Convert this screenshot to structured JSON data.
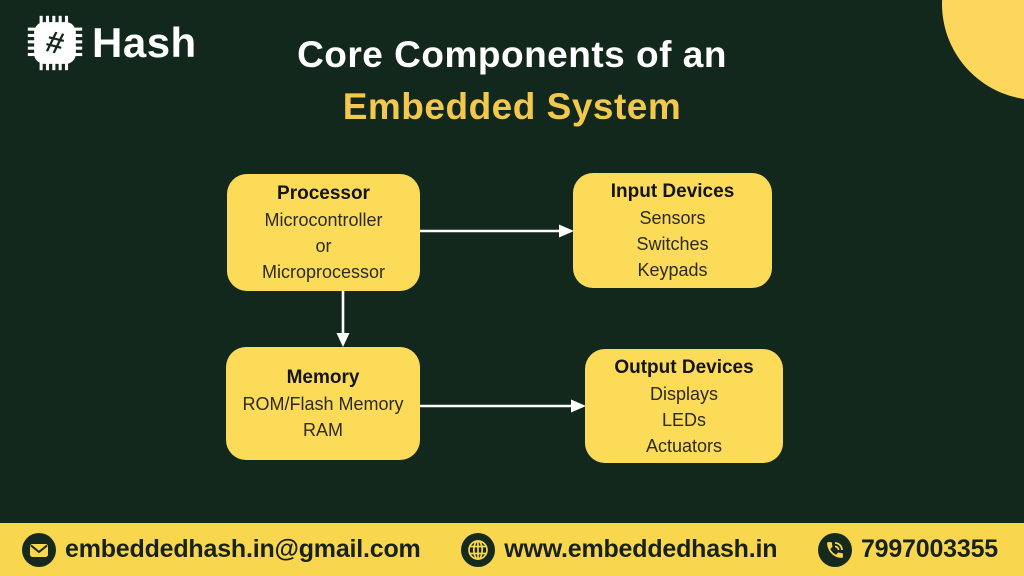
{
  "brand": {
    "name": "Hash"
  },
  "title": {
    "line1": "Core Components of an",
    "line2": "Embedded System"
  },
  "boxes": {
    "processor": {
      "title": "Processor",
      "lines": [
        "Microcontroller",
        "or",
        "Microprocessor"
      ]
    },
    "input": {
      "title": "Input Devices",
      "lines": [
        "Sensors",
        "Switches",
        "Keypads"
      ]
    },
    "memory": {
      "title": "Memory",
      "lines": [
        "ROM/Flash Memory",
        "RAM"
      ]
    },
    "output": {
      "title": "Output Devices",
      "lines": [
        "Displays",
        "LEDs",
        "Actuators"
      ]
    }
  },
  "arrows": [
    {
      "name": "processor-to-input",
      "direction": "right"
    },
    {
      "name": "processor-to-memory",
      "direction": "down"
    },
    {
      "name": "memory-to-output",
      "direction": "right"
    }
  ],
  "footer": {
    "email": "embeddedhash.in@gmail.com",
    "website": "www.embeddedhash.in",
    "phone": "7997003355"
  },
  "icons": [
    "chip-icon",
    "envelope-icon",
    "globe-icon",
    "phone-icon"
  ],
  "colors": {
    "background": "#12281c",
    "box_yellow": "#fcdb59",
    "footer_yellow": "#f8d74f",
    "title_yellow": "#f2c94c",
    "title_white": "#ffffff",
    "dark_icon": "#16291d",
    "arrow_white": "#ffffff",
    "box_text": "#2b2b23"
  }
}
